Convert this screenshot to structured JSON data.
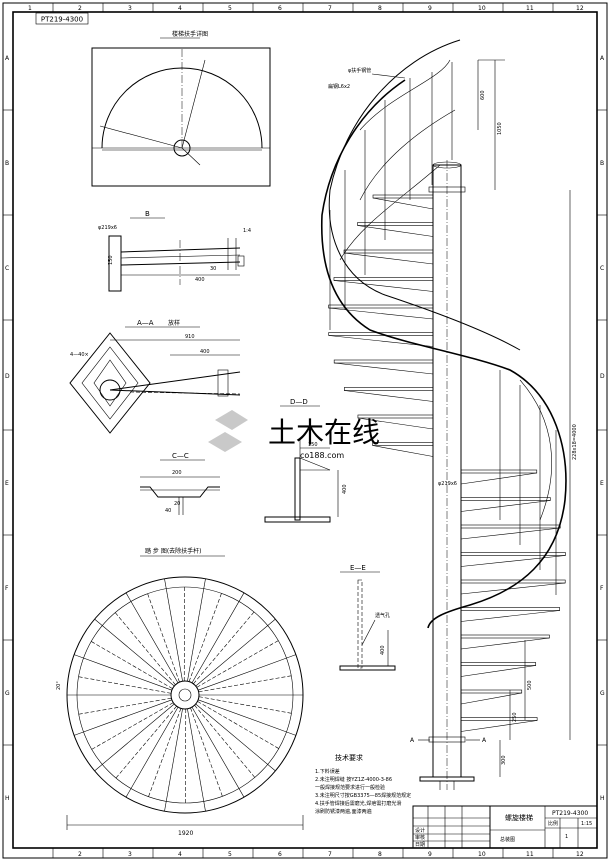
{
  "sheet": {
    "drawing_code": "PT219-4300",
    "col_labels": [
      "1",
      "2",
      "3",
      "4",
      "5",
      "6",
      "7",
      "8",
      "9",
      "10",
      "11",
      "12"
    ],
    "row_labels": [
      "A",
      "B",
      "C",
      "D",
      "E",
      "F",
      "G",
      "H"
    ]
  },
  "views": {
    "top_detail": "楼梯扶手详图",
    "section_b": "B",
    "section_aa": "A—A",
    "section_aa_note": "放样",
    "section_cc": "C—C",
    "section_dd": "D—D",
    "section_ee": "E—E",
    "plan": "踏 步 图(去除扶手杆)"
  },
  "labels": {
    "handrail_pipe": "φ扶手钢管",
    "baluster": "扁钢L6x2",
    "main_column": "φ219x6",
    "flat_steel": "扁钢",
    "vent": "透气孔",
    "tech_req_title": "技术要求",
    "section_marker": "A"
  },
  "tech_notes": [
    "1.下料误差",
    "2.未注明焊缝 按YZ1Z-4000-3-86",
    "  一般焊接规范要求进行一般检验",
    "3.未注明尺寸按GB3375—85焊接规范规定",
    "4.扶手管焊接后需磨光,焊疤需打磨光滑",
    "  涂刷防锈漆两遍,面漆两遍"
  ],
  "dims": {
    "d_1050": "1050",
    "d_600": "600",
    "d_total_height": "228x18=4000",
    "d_300": "300",
    "d_250": "250",
    "d_500": "500",
    "d_910": "910",
    "d_400": "400",
    "d_150": "150",
    "d_200": "200",
    "d_40": "40",
    "d_1920": "1920",
    "d_20": "20",
    "d_30": "30",
    "d_4_40x": "4—40×",
    "d_20deg": "20°",
    "d_angle": "1:4",
    "d_150v": "150"
  },
  "title_block": {
    "project": "螺旋楼梯",
    "drawing_no": "PT219-4300",
    "subtitle": "总装图",
    "scale_label": "比例",
    "sheet_label": "1:15",
    "designer": "设计",
    "checker": "审核",
    "date": "日期",
    "count": "1"
  },
  "watermark": {
    "cn": "土木在线",
    "en": "co188.com"
  }
}
